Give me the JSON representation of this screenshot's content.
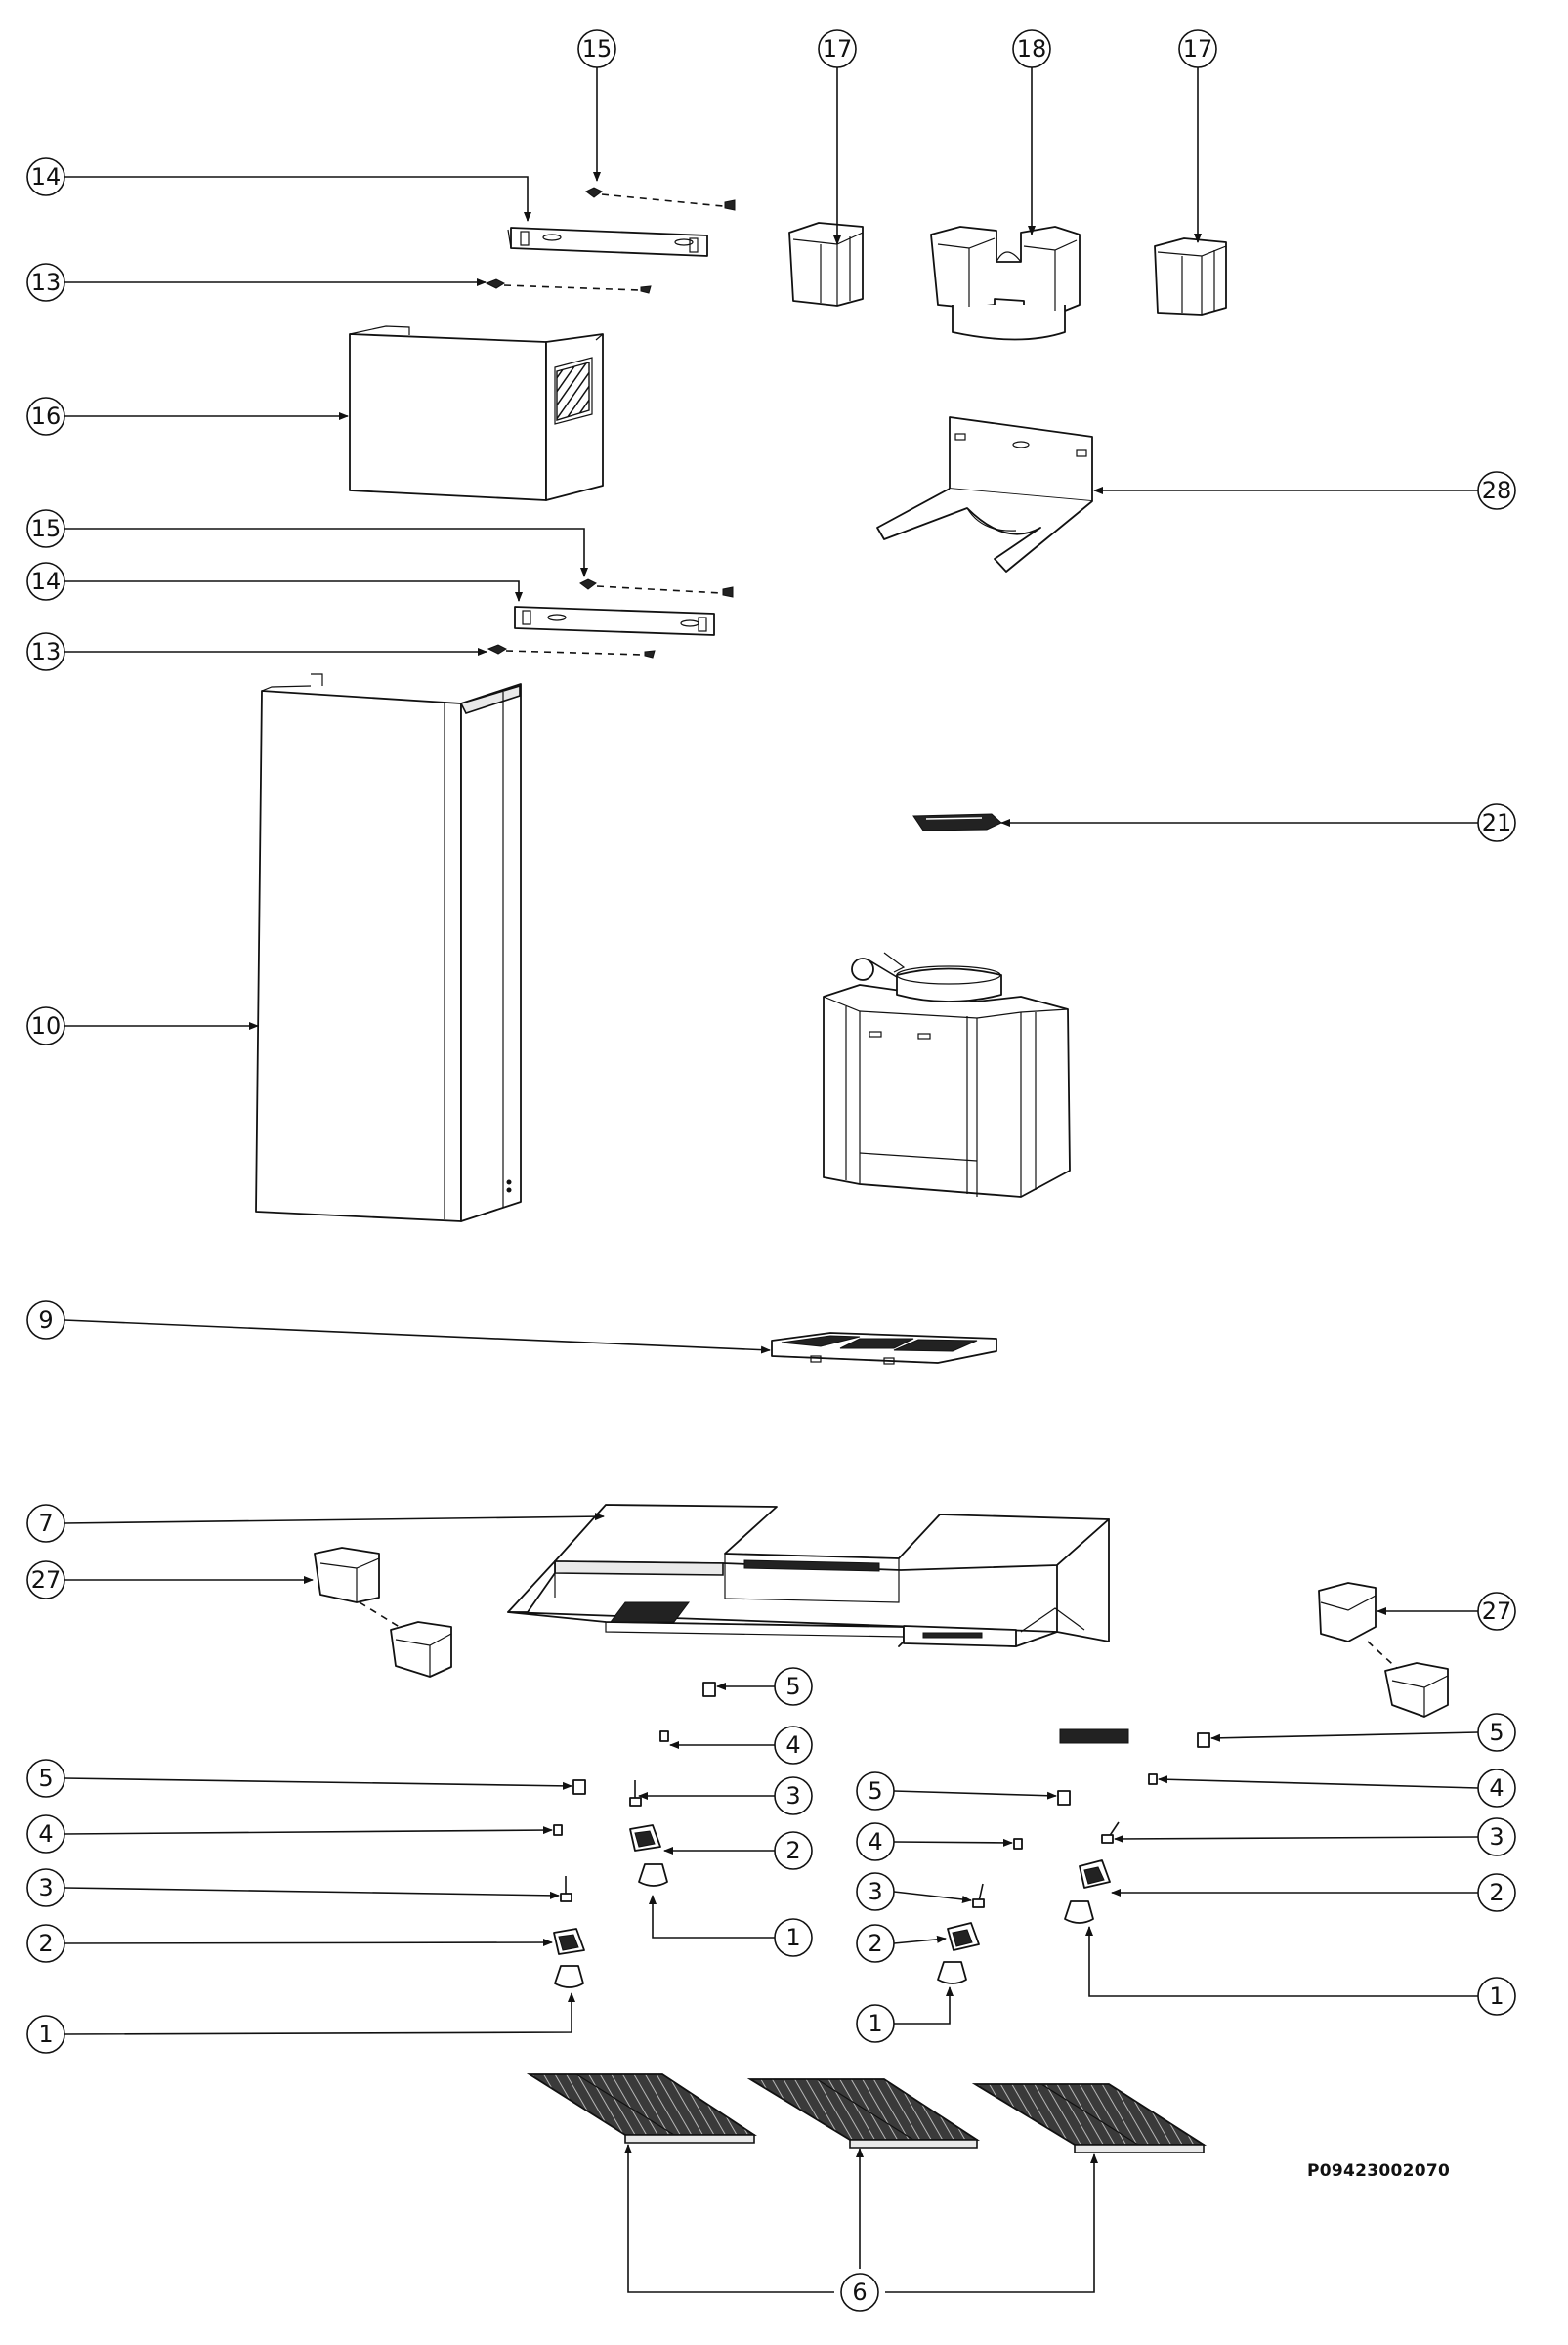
{
  "callouts": {
    "c15a": "15",
    "c17a": "17",
    "c18": "18",
    "c17b": "17",
    "c14a": "14",
    "c13a": "13",
    "c16": "16",
    "c28": "28",
    "c15b": "15",
    "c14b": "14",
    "c13b": "13",
    "c21": "21",
    "c10": "10",
    "c9": "9",
    "c7": "7",
    "c27a": "27",
    "c27b": "27",
    "l5a": "5",
    "l4a": "4",
    "l3a": "3",
    "l2a": "2",
    "l1a": "1",
    "m5": "5",
    "m4": "4",
    "m3": "3",
    "m2": "2",
    "m1": "1",
    "s5": "5",
    "s4": "4",
    "s3": "3",
    "s2": "2",
    "s1": "1",
    "r5a": "5",
    "r4a": "4",
    "r3a": "3",
    "r2a": "2",
    "r1a": "1",
    "c6": "6"
  },
  "document_code": "P09423002070"
}
